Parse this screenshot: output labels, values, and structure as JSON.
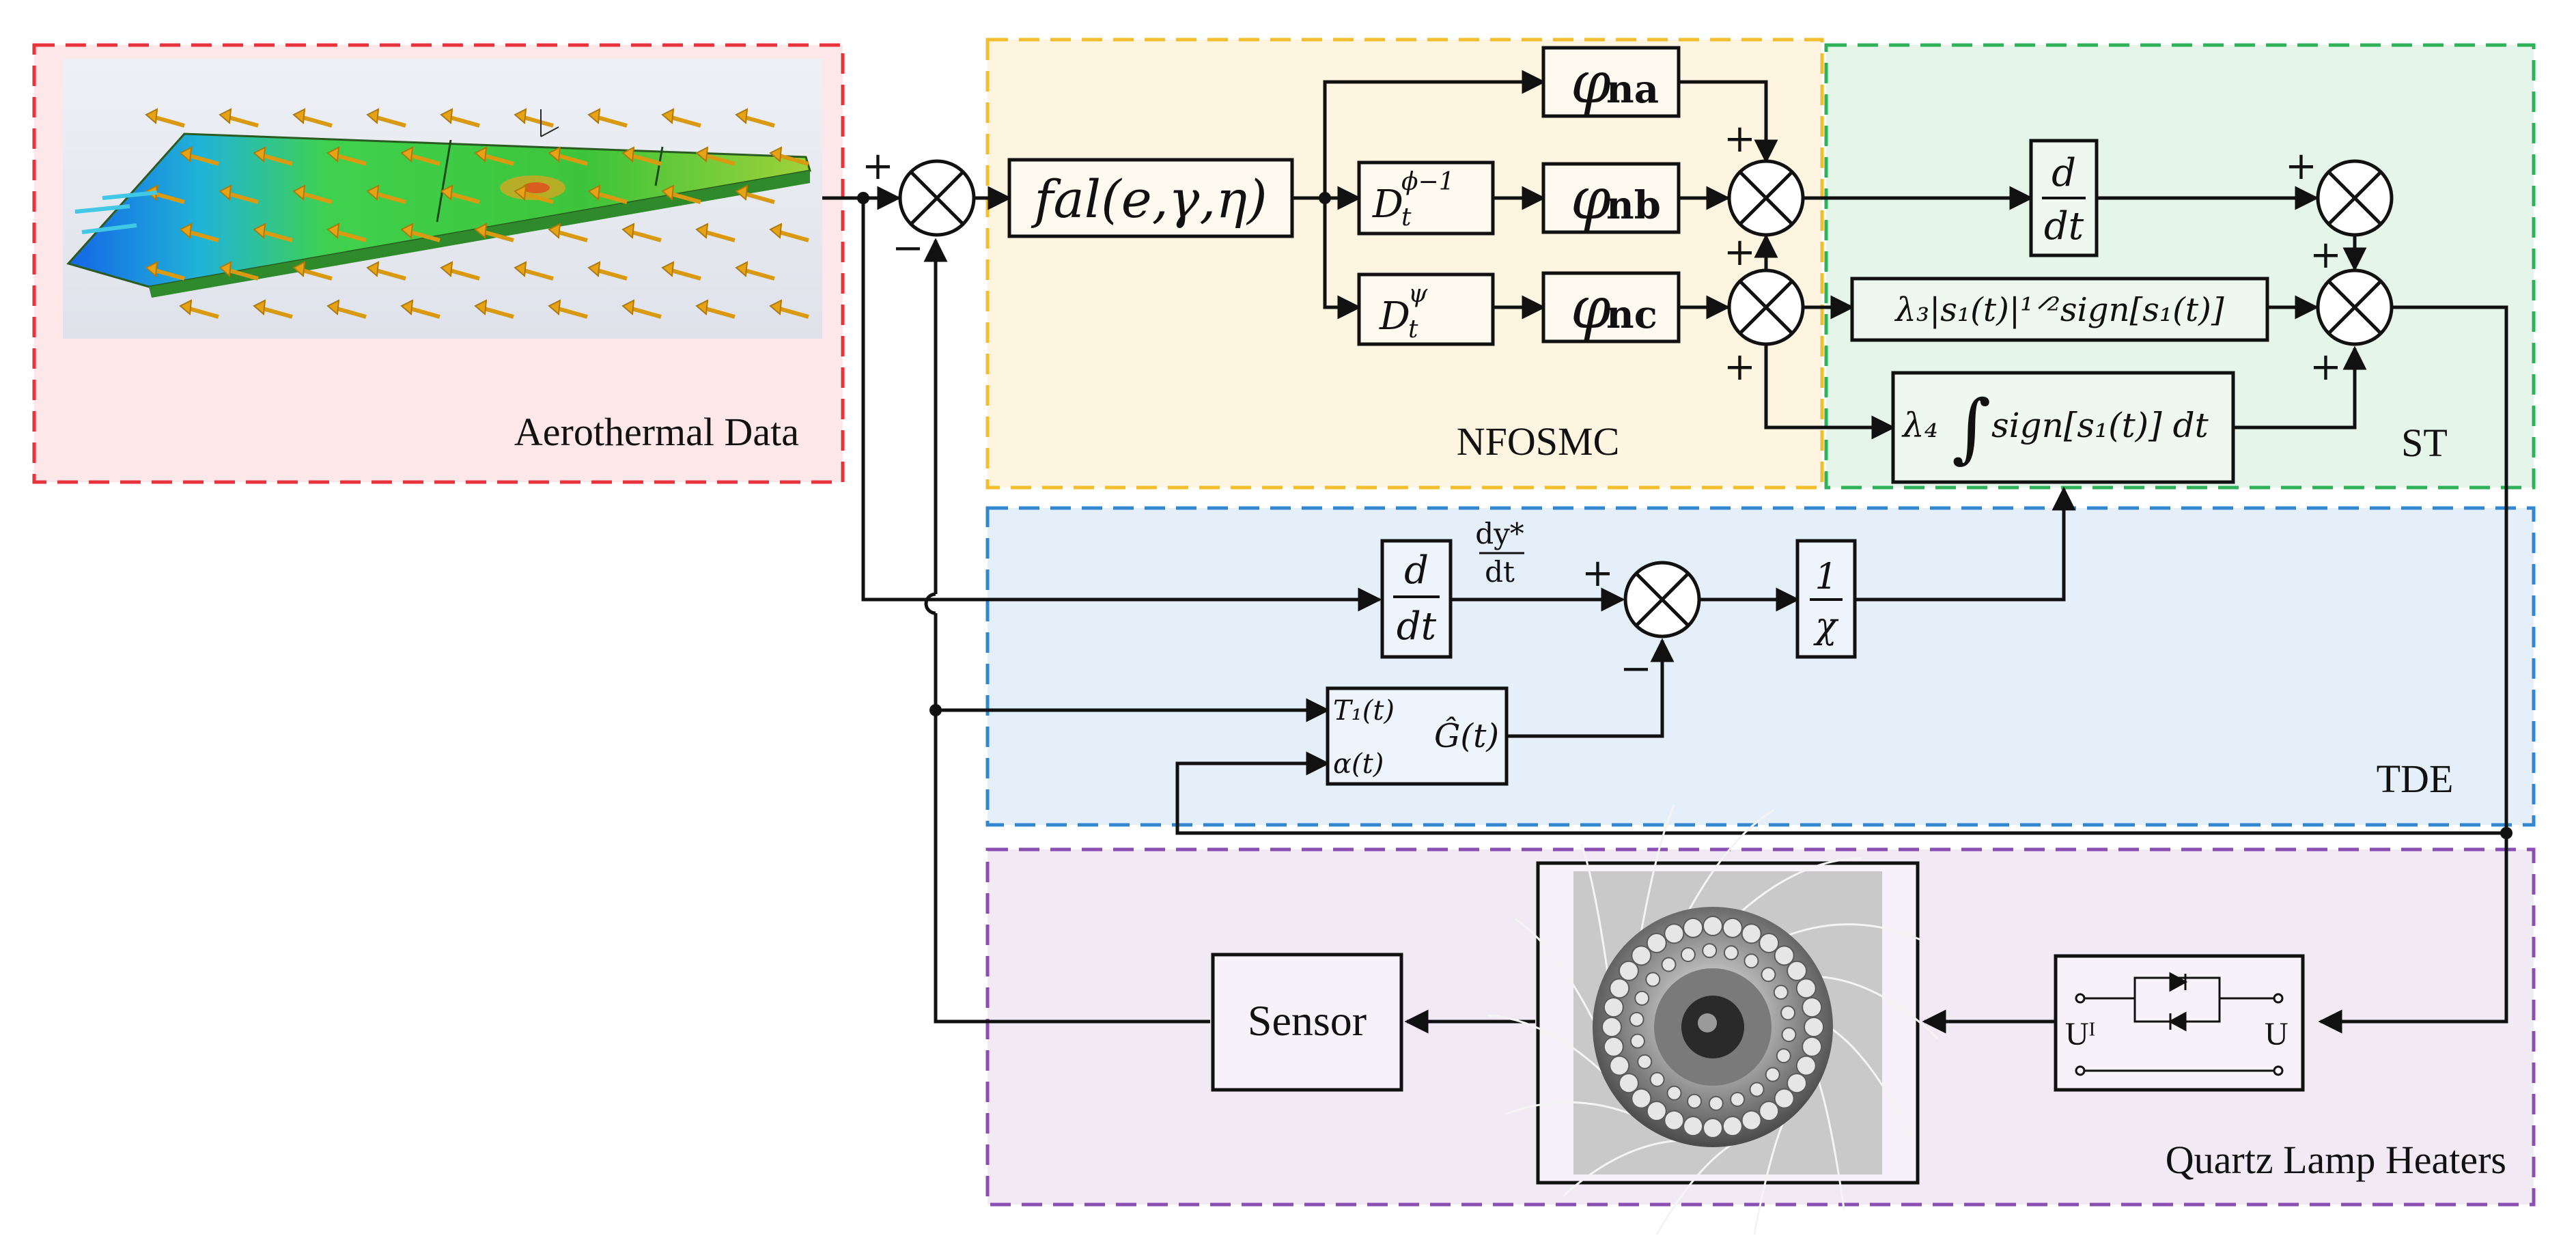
{
  "regions": {
    "aerothermal": {
      "label": "Aerothermal Data",
      "fill": "#fde7e9",
      "stroke": "#e8323c"
    },
    "nfosmc": {
      "label": "NFOSMC",
      "fill": "#fef5e1",
      "stroke": "#f3bd2e"
    },
    "st": {
      "label": "ST",
      "fill": "#e5f5ea",
      "stroke": "#2fb15a"
    },
    "tde": {
      "label": "TDE",
      "fill": "#e4eff9",
      "stroke": "#3387d1"
    },
    "heaters": {
      "label": "Quartz Lamp Heaters",
      "fill": "#f1e9f4",
      "stroke": "#8a4fb0"
    }
  },
  "blocks": {
    "fal": "fal(e,γ,η)",
    "phi_na_sym": "φ",
    "phi_na_sub": "na",
    "phi_nb_sym": "φ",
    "phi_nb_sub": "nb",
    "phi_nc_sym": "φ",
    "phi_nc_sub": "nc",
    "d_phi_base": "D",
    "d_phi_sup": "ϕ−1",
    "d_phi_sub": "t",
    "d_psi_base": "D",
    "d_psi_sup": "ψ",
    "d_psi_sub": "t",
    "deriv_num": "d",
    "deriv_den": "dt",
    "lambda3_term": "λ₃|s₁(t)|¹ᐟ²sign[s₁(t)]",
    "lambda4_sym": "λ₄",
    "lambda4_int": "∫",
    "lambda4_body": "sign[s₁(t)] dt",
    "dy_num": "dy*",
    "dy_den": "dt",
    "inv_num": "1",
    "inv_den": "χ",
    "tde_in1": "T₁(t)",
    "tde_in2": "α(t)",
    "tde_out": "Ĝ(t)",
    "sensor": "Sensor",
    "ui_label": "Uᴵ",
    "u_label": "U"
  },
  "signs": {
    "plus": "+",
    "minus": "−"
  }
}
